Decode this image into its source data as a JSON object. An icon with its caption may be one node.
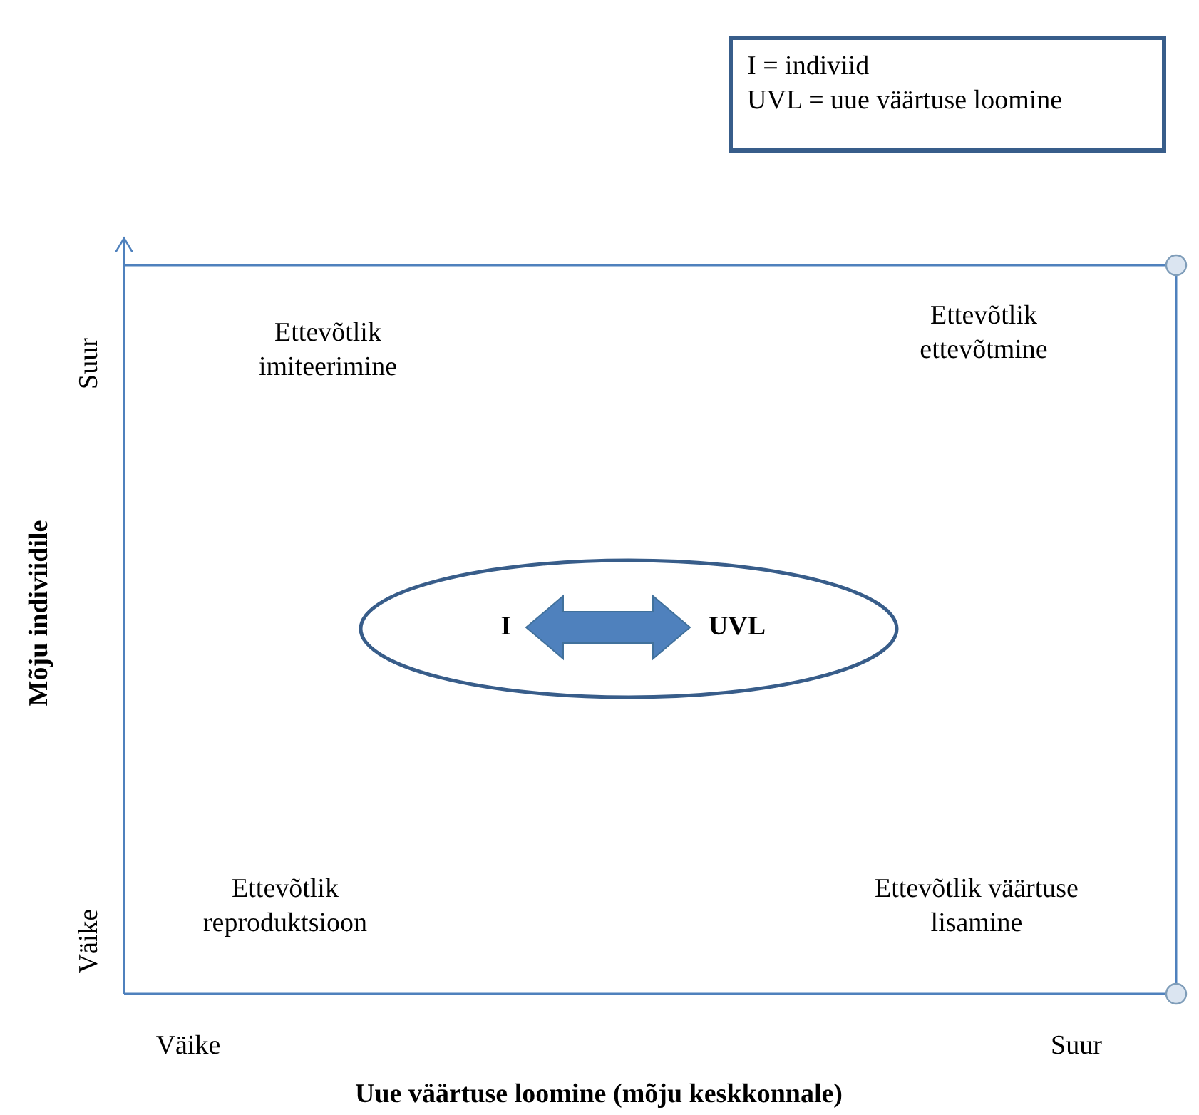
{
  "diagram": {
    "nodes": [
      {
        "text": [
          "I = indiviid",
          "UVL = uue väärtuse loomine"
        ]
      },
      {
        "text": [],
        "shape": "ellipse"
      },
      {
        "text": [
          "I"
        ],
        "in": 1
      },
      {
        "text": [
          "UVL"
        ],
        "in": 1
      }
    ],
    "edges": [
      {
        "from": 2,
        "to": 3,
        "arrow": "both",
        "style": "thick"
      }
    ],
    "labels": [
      "Ettevõtlik imiteerimine",
      "Ettevõtlik ettevõtmine",
      "Suur",
      "Mõju indiviidile",
      "Väike",
      "Ettevõtlik reproduktsioon",
      "Ettevõtlik väärtuse lisamine",
      "Väike",
      "Suur",
      "Uue väärtuse loomine (mõju keskkonnale)"
    ]
  }
}
